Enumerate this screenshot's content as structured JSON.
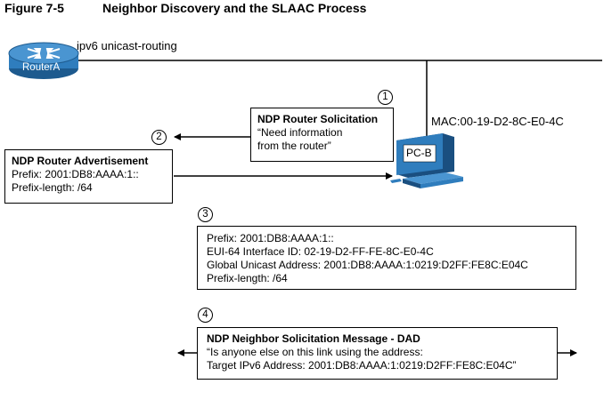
{
  "figure": {
    "number": "Figure 7-5",
    "title": "Neighbor Discovery and the SLAAC Process"
  },
  "router": {
    "name": "RouterA",
    "command": "ipv6 unicast-routing"
  },
  "pc": {
    "name": "PC-B",
    "mac": "MAC:00-19-D2-8C-E0-4C"
  },
  "steps": {
    "s1": "1",
    "s2": "2",
    "s3": "3",
    "s4": "4"
  },
  "rs_box": {
    "title": "NDP Router Solicitation",
    "line1": "“Need information",
    "line2": "from the router”"
  },
  "ra_box": {
    "title": "NDP Router Advertisement",
    "line1": "Prefix: 2001:DB8:AAAA:1::",
    "line2": "Prefix-length: /64"
  },
  "slaac_box": {
    "line1": "Prefix: 2001:DB8:AAAA:1::",
    "line2": "EUI-64 Interface ID: 02-19-D2-FF-FE-8C-E0-4C",
    "line3": "Global Unicast Address: 2001:DB8:AAAA:1:0219:D2FF:FE8C:E04C",
    "line4": "Prefix-length: /64"
  },
  "dad_box": {
    "title": "NDP Neighbor Solicitation Message - DAD",
    "line1": "“Is anyone else on this link using the address:",
    "line2": "Target IPv6 Address: 2001:DB8:AAAA:1:0219:D2FF:FE8C:E04C”"
  },
  "colors": {
    "router_fill": "#2f7dbd",
    "router_edge": "#1d5a8e",
    "pc_fill": "#2f7dbd",
    "pc_dark": "#1a4f80",
    "line": "#000000"
  }
}
